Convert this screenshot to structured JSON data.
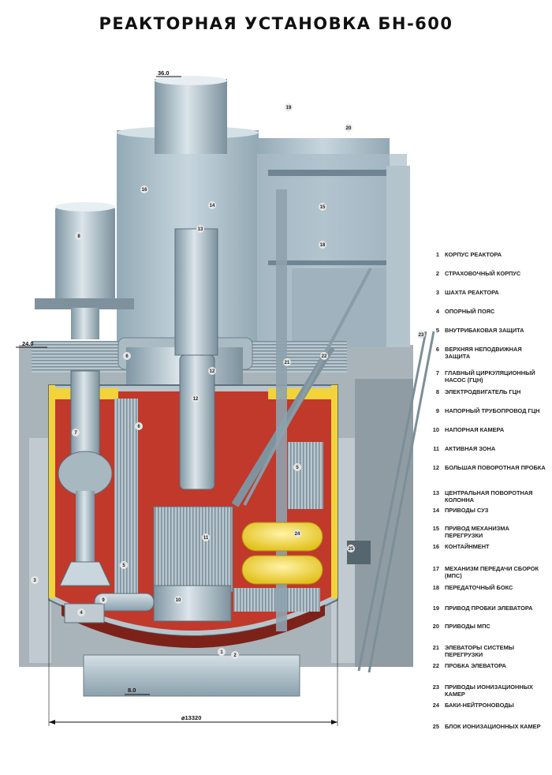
{
  "title": "РЕАКТОРНАЯ УСТАНОВКА БН-600",
  "elevations": {
    "top": "36.0",
    "middle": "24.0",
    "bottom": "8.0"
  },
  "dimension": "⌀13320",
  "legend": [
    {
      "num": "1",
      "label": "КОРПУС РЕАКТОРА"
    },
    {
      "num": "2",
      "label": "СТРАХОВОЧНЫЙ КОРПУС"
    },
    {
      "num": "3",
      "label": "ШАХТА РЕАКТОРА"
    },
    {
      "num": "4",
      "label": "ОПОРНЫЙ ПОЯС"
    },
    {
      "num": "5",
      "label": "ВНУТРИБАКОВАЯ ЗАЩИТА"
    },
    {
      "num": "6",
      "label": "ВЕРХНЯЯ НЕПОДВИЖНАЯ ЗАЩИТА"
    },
    {
      "num": "7",
      "label": "ГЛАВНЫЙ ЦИРКУЛЯЦИОННЫЙ НАСОС (ГЦН)"
    },
    {
      "num": "8",
      "label": "ЭЛЕКТРОДВИГАТЕЛЬ ГЦН"
    },
    {
      "num": "9",
      "label": "НАПОРНЫЙ ТРУБОПРОВОД ГЦН"
    },
    {
      "num": "10",
      "label": "НАПОРНАЯ КАМЕРА"
    },
    {
      "num": "11",
      "label": "АКТИВНАЯ ЗОНА"
    },
    {
      "num": "12",
      "label": "БОЛЬШАЯ ПОВОРОТНАЯ ПРОБКА"
    },
    {
      "num": "13",
      "label": "ЦЕНТРАЛЬНАЯ ПОВОРОТНАЯ КОЛОННА"
    },
    {
      "num": "14",
      "label": "ПРИВОДЫ СУЗ"
    },
    {
      "num": "15",
      "label": "ПРИВОД МЕХАНИЗМА ПЕРЕГРУЗКИ"
    },
    {
      "num": "16",
      "label": "КОНТАЙНМЕНТ"
    },
    {
      "num": "17",
      "label": "МЕХАНИЗМ ПЕРЕДАЧИ СБОРОК (МПС)"
    },
    {
      "num": "18",
      "label": "ПЕРЕДАТОЧНЫЙ БОКС"
    },
    {
      "num": "19",
      "label": "ПРИВОД ПРОБКИ ЭЛЕВАТОРА"
    },
    {
      "num": "20",
      "label": "ПРИВОДЫ МПС"
    },
    {
      "num": "21",
      "label": "ЭЛЕВАТОРЫ СИСТЕМЫ ПЕРЕГРУЗКИ"
    },
    {
      "num": "22",
      "label": "ПРОБКА ЭЛЕВАТОРА"
    },
    {
      "num": "23",
      "label": "ПРИВОДЫ ИОНИЗАЦИОННЫХ КАМЕР"
    },
    {
      "num": "24",
      "label": "БАКИ-НЕЙТРОНОВОДЫ"
    },
    {
      "num": "25",
      "label": "БЛОК ИОНИЗАЦИОННЫХ КАМЕР"
    }
  ],
  "callouts": {
    "c1": "1",
    "c2": "2",
    "c3": "3",
    "c4": "4",
    "c5a": "5",
    "c5b": "5",
    "c6a": "6",
    "c6b": "6",
    "c7": "7",
    "c8": "8",
    "c9": "9",
    "c10": "10",
    "c11": "11",
    "c12a": "12",
    "c12b": "12",
    "c13": "13",
    "c14": "14",
    "c15": "15",
    "c16": "16",
    "c17": "17",
    "c18": "18",
    "c19": "19",
    "c20": "20",
    "c21": "21",
    "c22": "22",
    "c23": "23",
    "c24": "24",
    "c25": "25"
  },
  "colors": {
    "sodium": "#c0392b",
    "steel": "#9fb3bf",
    "steel_light": "#c9d6dd",
    "concrete": "#a7b2b8",
    "yellow": "#f2d43a",
    "dark": "#3d4a52"
  }
}
